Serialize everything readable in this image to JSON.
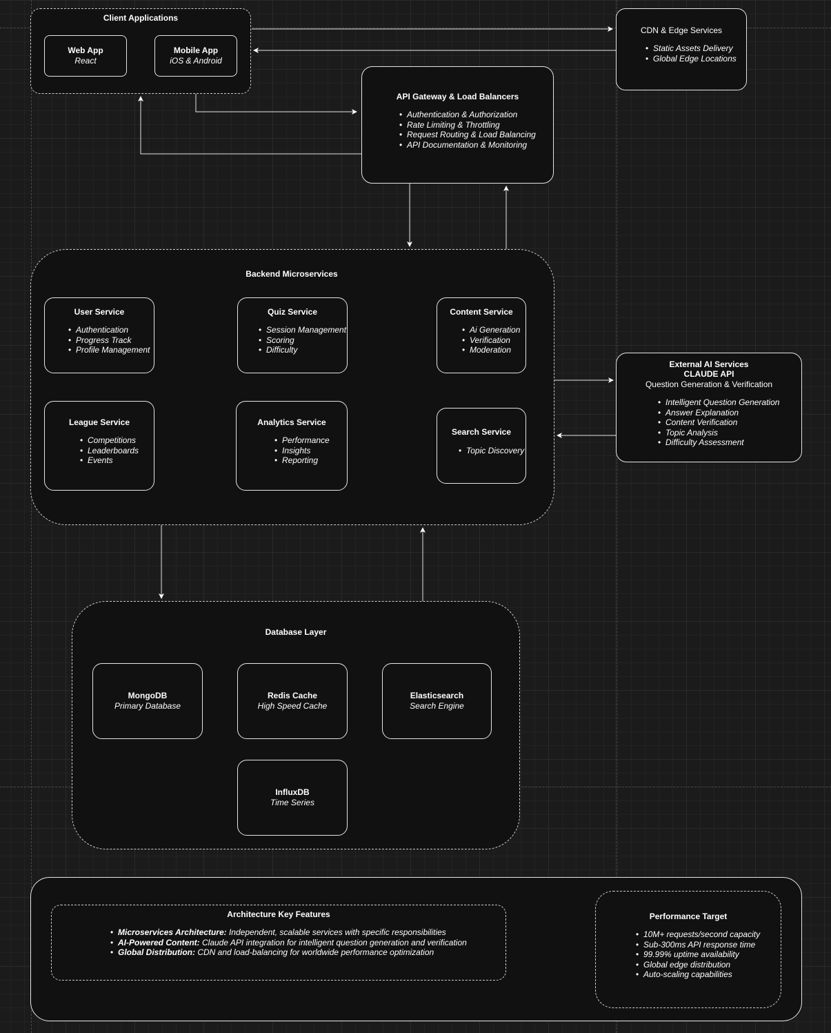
{
  "clients": {
    "title": "Client Applications",
    "web": {
      "name": "Web App",
      "tech": "React"
    },
    "mobile": {
      "name": "Mobile App",
      "tech": "iOS & Android"
    }
  },
  "cdn": {
    "title": "CDN & Edge Services",
    "items": [
      "Static Assets Delivery",
      "Global Edge Locations"
    ]
  },
  "gateway": {
    "title": "API Gateway & Load Balancers",
    "items": [
      "Authentication & Authorization",
      "Rate Limiting & Throttling",
      "Request Routing & Load Balancing",
      "API Documentation & Monitoring"
    ]
  },
  "backend": {
    "title": "Backend Microservices",
    "user": {
      "title": "User Service",
      "items": [
        "Authentication",
        "Progress Track",
        "Profile Management"
      ]
    },
    "quiz": {
      "title": "Quiz Service",
      "items": [
        "Session Management",
        "Scoring",
        "Difficulty"
      ]
    },
    "content": {
      "title": "Content Service",
      "items": [
        "Ai Generation",
        "Verification",
        "Moderation"
      ]
    },
    "league": {
      "title": "League Service",
      "items": [
        "Competitions",
        "Leaderboards",
        "Events"
      ]
    },
    "analytics": {
      "title": "Analytics Service",
      "items": [
        "Performance",
        "Insights",
        "Reporting"
      ]
    },
    "search": {
      "title": "Search Service",
      "items": [
        "Topic Discovery"
      ]
    }
  },
  "ai": {
    "title": "External AI Services",
    "api": "CLAUDE API",
    "subtitle": "Question Generation & Verification",
    "items": [
      "Intelligent Question Generation",
      "Answer Explanation",
      "Content Verification",
      "Topic Analysis",
      "Difficulty Assessment"
    ]
  },
  "database": {
    "title": "Database Layer",
    "mongo": {
      "name": "MongoDB",
      "role": "Primary Database"
    },
    "redis": {
      "name": "Redis Cache",
      "role": "High Speed Cache"
    },
    "elastic": {
      "name": "Elasticsearch",
      "role": "Search Engine"
    },
    "influx": {
      "name": "InfluxDB",
      "role": "Time Series"
    }
  },
  "features": {
    "title": "Architecture Key Features",
    "items": [
      {
        "label": "Microservices Architecture:",
        "text": " Independent, scalable services with specific responsibilities"
      },
      {
        "label": "AI-Powered Content:",
        "text": " Claude API integration for intelligent question generation and verification"
      },
      {
        "label": "Global Distribution:",
        "text": " CDN and load-balancing for worldwide performance optimization"
      }
    ]
  },
  "performance": {
    "title": "Performance Target",
    "items": [
      "10M+ requests/second capacity",
      "Sub-300ms API response time",
      "99.99% uptime availability",
      "Global edge distribution",
      "Auto-scaling capabilities"
    ]
  }
}
